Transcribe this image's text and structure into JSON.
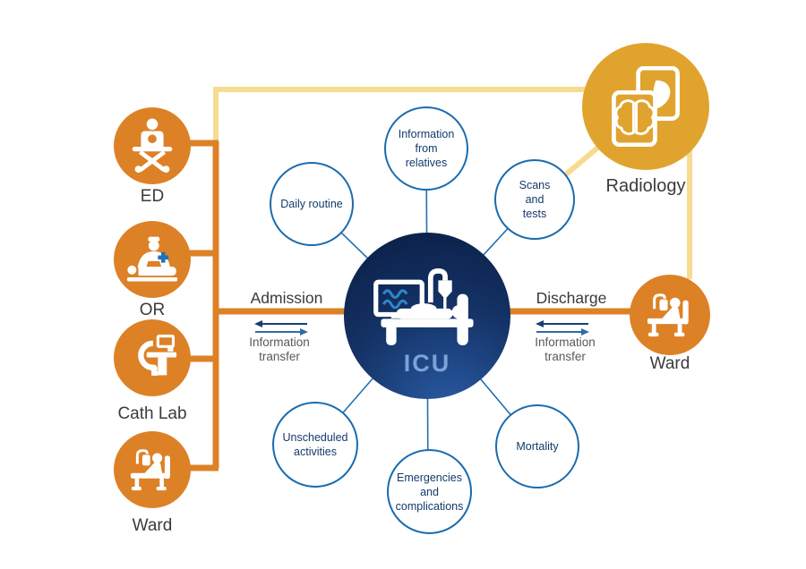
{
  "colors": {
    "orange": "#DD8127",
    "gold": "#E0A42E",
    "pale_yellow_line": "#F6DB90",
    "navy_dark": "#0B2048",
    "navy_light": "#2A5BA5",
    "factor_border_blue": "#1A6BAD",
    "factor_text_navy": "#143A6B",
    "icu_text_blue": "#7BA3D9",
    "arrow_dark": "#1B3E6F",
    "arrow_light": "#2E6DA4",
    "transfer_text_gray": "#58595B",
    "label_text_gray": "#3B3B3B",
    "monitor_wave_blue": "#2E86C9",
    "or_cross_blue": "#2272B9"
  },
  "sources": {
    "items": [
      {
        "label": "ED",
        "icon": "ed-stretcher-icon"
      },
      {
        "label": "OR",
        "icon": "or-surgeon-icon"
      },
      {
        "label": "Cath Lab",
        "icon": "cath-lab-carm-icon"
      },
      {
        "label": "Ward",
        "icon": "ward-bed-icon"
      }
    ]
  },
  "center": {
    "label": "ICU",
    "icon": "icu-bed-monitor-icon"
  },
  "factors": [
    {
      "label": "Daily routine"
    },
    {
      "label": "Information from relatives"
    },
    {
      "label": "Scans and tests"
    },
    {
      "label": "Unscheduled activities"
    },
    {
      "label": "Emergencies and complications"
    },
    {
      "label": "Mortality"
    }
  ],
  "destinations": {
    "radiology_label": "Radiology",
    "ward_label": "Ward"
  },
  "flows": {
    "admission": {
      "label": "Admission",
      "transfer": "Information transfer"
    },
    "discharge": {
      "label": "Discharge",
      "transfer": "Information transfer"
    }
  }
}
